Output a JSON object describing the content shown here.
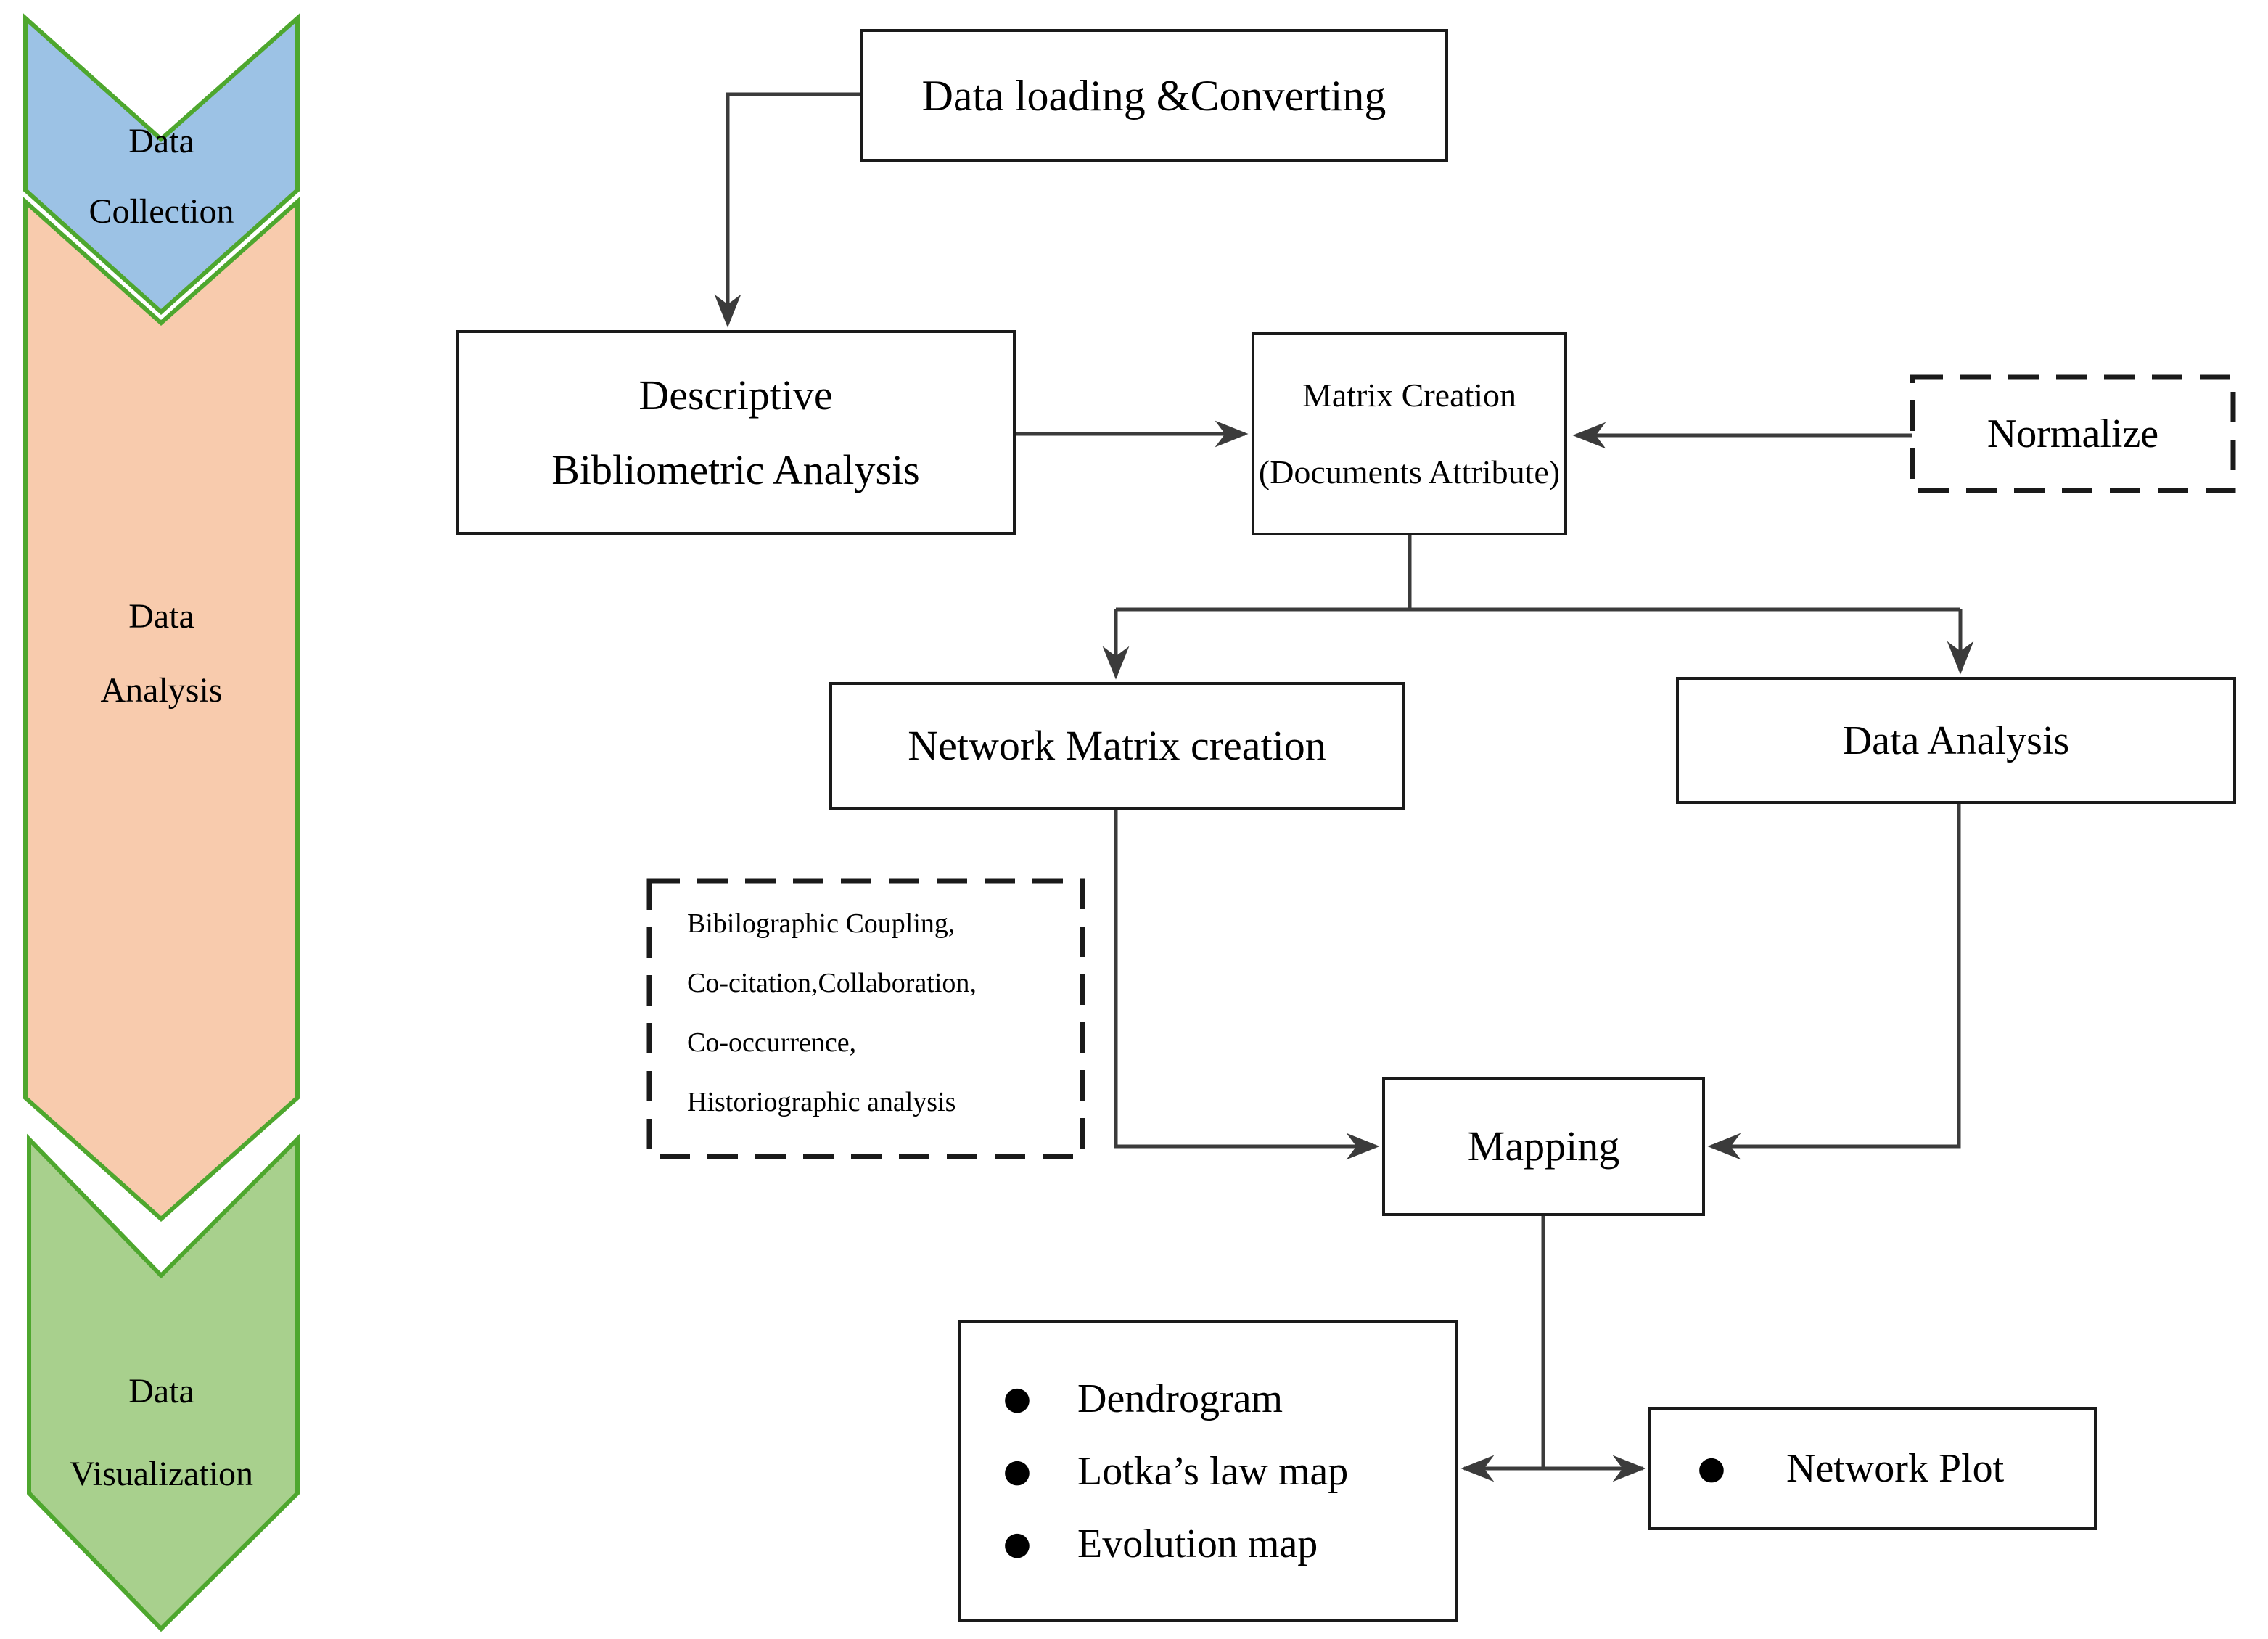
{
  "figure": {
    "type": "flowchart"
  },
  "colors": {
    "stage_collection_fill": "#9CC2E5",
    "stage_analysis_fill": "#F8CBAD",
    "stage_visualization_fill": "#A8D08D",
    "stage_border": "#4EA72E",
    "connector": "#3B3B3B",
    "box_border": "#1A1A1A",
    "text": "#000000"
  },
  "icons": {
    "bullet": "●"
  },
  "stages": [
    {
      "name": "Data Collection",
      "lines": [
        "Data",
        "Collection"
      ]
    },
    {
      "name": "Data Analysis",
      "lines": [
        "Data",
        "Analysis"
      ]
    },
    {
      "name": "Data Visualization",
      "lines": [
        "Data",
        "Visualization"
      ]
    }
  ],
  "nodes": {
    "data_loading": {
      "label": "Data loading &Converting"
    },
    "descriptive": {
      "lines": [
        "Descriptive",
        "Bibliometric Analysis"
      ]
    },
    "matrix_creation": {
      "lines": [
        "Matrix Creation",
        "(Documents Attribute)"
      ]
    },
    "normalize": {
      "label": "Normalize"
    },
    "network_matrix": {
      "label": "Network Matrix creation"
    },
    "data_analysis": {
      "label": "Data Analysis"
    },
    "methods_note": {
      "lines": [
        "Bibilographic Coupling,",
        "Co-citation,Collaboration,",
        "Co-occurrence,",
        "Historiographic analysis"
      ]
    },
    "mapping": {
      "label": "Mapping"
    },
    "map_outputs": {
      "items": [
        "Dendrogram",
        "Lotka’s law map",
        "Evolution map"
      ]
    },
    "network_plot": {
      "label": "Network Plot"
    }
  }
}
